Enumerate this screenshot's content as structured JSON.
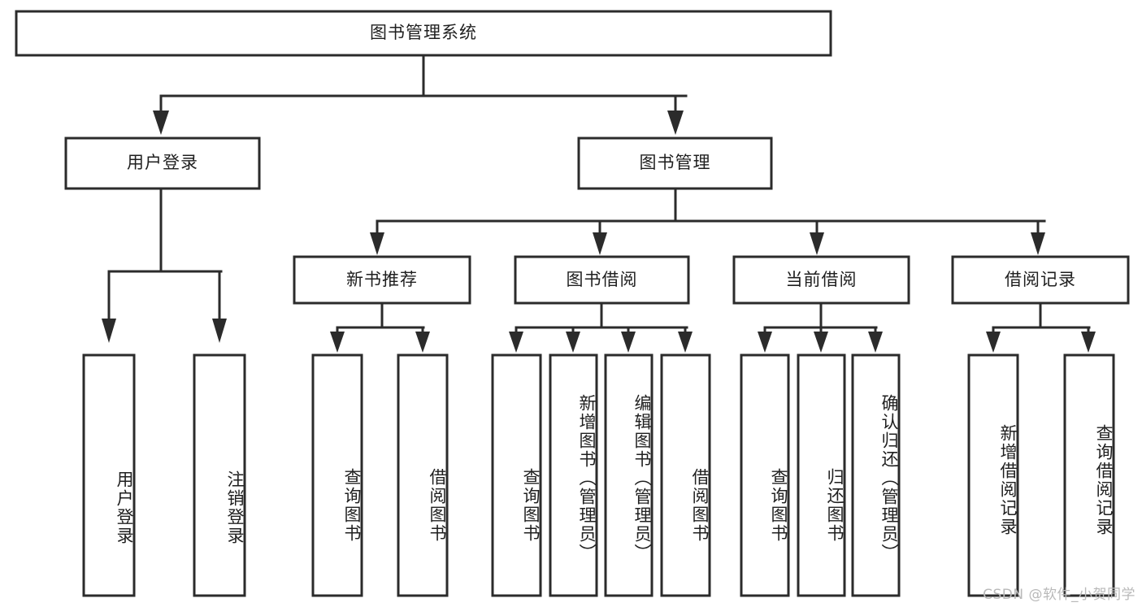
{
  "diagram": {
    "type": "tree-hierarchy",
    "title": "图书管理系统",
    "watermark": "CSDN @软件_小贺同学",
    "colors": {
      "stroke": "#2b2b2b",
      "fill": "#ffffff",
      "text": "#1f1f1f",
      "watermark": "#b9b9b9",
      "background": "#ffffff"
    },
    "nodes": {
      "root": {
        "label": "图书管理系统",
        "level": 0,
        "orientation": "horizontal"
      },
      "user_login": {
        "label": "用户登录",
        "level": 1,
        "orientation": "horizontal"
      },
      "book_manage": {
        "label": "图书管理",
        "level": 1,
        "orientation": "horizontal"
      },
      "new_book_rec": {
        "label": "新书推荐",
        "level": 2,
        "orientation": "horizontal"
      },
      "book_borrow": {
        "label": "图书借阅",
        "level": 2,
        "orientation": "horizontal"
      },
      "current_borrow": {
        "label": "当前借阅",
        "level": 2,
        "orientation": "horizontal"
      },
      "borrow_record": {
        "label": "借阅记录",
        "level": 2,
        "orientation": "horizontal"
      },
      "leaf_user_login": {
        "label": "用户登录",
        "level": 3,
        "orientation": "vertical"
      },
      "leaf_logout": {
        "label": "注销登录",
        "level": 3,
        "orientation": "vertical"
      },
      "leaf_query_book_1": {
        "label": "查询图书",
        "level": 3,
        "orientation": "vertical"
      },
      "leaf_borrow_book_1": {
        "label": "借阅图书",
        "level": 3,
        "orientation": "vertical"
      },
      "leaf_query_book_2": {
        "label": "查询图书",
        "level": 3,
        "orientation": "vertical"
      },
      "leaf_add_book": {
        "label": "新增图书（管理员）",
        "level": 3,
        "orientation": "vertical"
      },
      "leaf_edit_book": {
        "label": "编辑图书（管理员）",
        "level": 3,
        "orientation": "vertical"
      },
      "leaf_borrow_book_2": {
        "label": "借阅图书",
        "level": 3,
        "orientation": "vertical"
      },
      "leaf_query_book_3": {
        "label": "查询图书",
        "level": 3,
        "orientation": "vertical"
      },
      "leaf_return_book": {
        "label": "归还图书",
        "level": 3,
        "orientation": "vertical"
      },
      "leaf_confirm_return": {
        "label": "确认归还（管理员）",
        "level": 3,
        "orientation": "vertical"
      },
      "leaf_add_record": {
        "label": "新增借阅记录",
        "level": 3,
        "orientation": "vertical"
      },
      "leaf_query_record": {
        "label": "查询借阅记录",
        "level": 3,
        "orientation": "vertical"
      }
    },
    "edges": [
      {
        "from": "root",
        "to": "user_login"
      },
      {
        "from": "root",
        "to": "book_manage"
      },
      {
        "from": "book_manage",
        "to": "new_book_rec"
      },
      {
        "from": "book_manage",
        "to": "book_borrow"
      },
      {
        "from": "book_manage",
        "to": "current_borrow"
      },
      {
        "from": "book_manage",
        "to": "borrow_record"
      },
      {
        "from": "user_login",
        "to": "leaf_user_login"
      },
      {
        "from": "user_login",
        "to": "leaf_logout"
      },
      {
        "from": "new_book_rec",
        "to": "leaf_query_book_1"
      },
      {
        "from": "new_book_rec",
        "to": "leaf_borrow_book_1"
      },
      {
        "from": "book_borrow",
        "to": "leaf_query_book_2"
      },
      {
        "from": "book_borrow",
        "to": "leaf_add_book"
      },
      {
        "from": "book_borrow",
        "to": "leaf_edit_book"
      },
      {
        "from": "book_borrow",
        "to": "leaf_borrow_book_2"
      },
      {
        "from": "current_borrow",
        "to": "leaf_query_book_3"
      },
      {
        "from": "current_borrow",
        "to": "leaf_return_book"
      },
      {
        "from": "current_borrow",
        "to": "leaf_confirm_return"
      },
      {
        "from": "borrow_record",
        "to": "leaf_add_record"
      },
      {
        "from": "borrow_record",
        "to": "leaf_query_record"
      }
    ]
  }
}
